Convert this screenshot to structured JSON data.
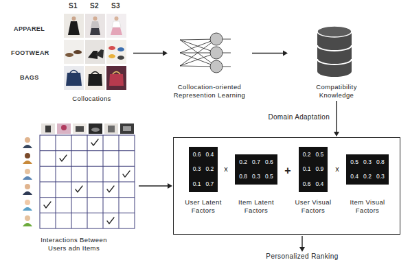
{
  "diagram": {
    "nodes": [
      {
        "text": [
          "Collocations"
        ]
      },
      {
        "text": [
          "Collocation-oriented Represention Learning"
        ]
      },
      {
        "text": [
          "Compatibility Knowledge"
        ]
      },
      {
        "text": [
          "Interactions Between Users adn Items"
        ]
      },
      {
        "text": []
      },
      {
        "text": [
          "User Latent Factors"
        ],
        "in": 4
      },
      {
        "text": [
          "Item Latent Factors"
        ],
        "in": 4
      },
      {
        "text": [
          "User Visual Factors"
        ],
        "in": 4
      },
      {
        "text": [
          "Item Visual Factors"
        ],
        "in": 4
      },
      {
        "text": [
          "Personalized Ranking"
        ]
      }
    ],
    "edges": [
      {
        "from": 0,
        "to": 1,
        "arrow": "to"
      },
      {
        "from": 1,
        "to": 2,
        "arrow": "to"
      },
      {
        "from": 2,
        "to": 4,
        "label": "Domain Adaptation",
        "arrow": "to"
      },
      {
        "from": 3,
        "to": 4,
        "arrow": "to"
      },
      {
        "from": 4,
        "to": 9,
        "arrow": "to"
      }
    ],
    "labels": [
      "S1",
      "S2",
      "S3",
      "APPAREL",
      "FOOTWEAR",
      "BAGS",
      "0.6",
      "0.4",
      "0.3",
      "0.2",
      "0.1",
      "0.7",
      "0.2",
      "0.7",
      "0.6",
      "0.8",
      "0.3",
      "0.5",
      "0.2",
      "0.5",
      "0.1",
      "0.9",
      "0.6",
      "0.4",
      "0.5",
      "0.3",
      "0.8",
      "0.4",
      "0.2",
      "0.3",
      "x",
      "+",
      "x"
    ]
  }
}
